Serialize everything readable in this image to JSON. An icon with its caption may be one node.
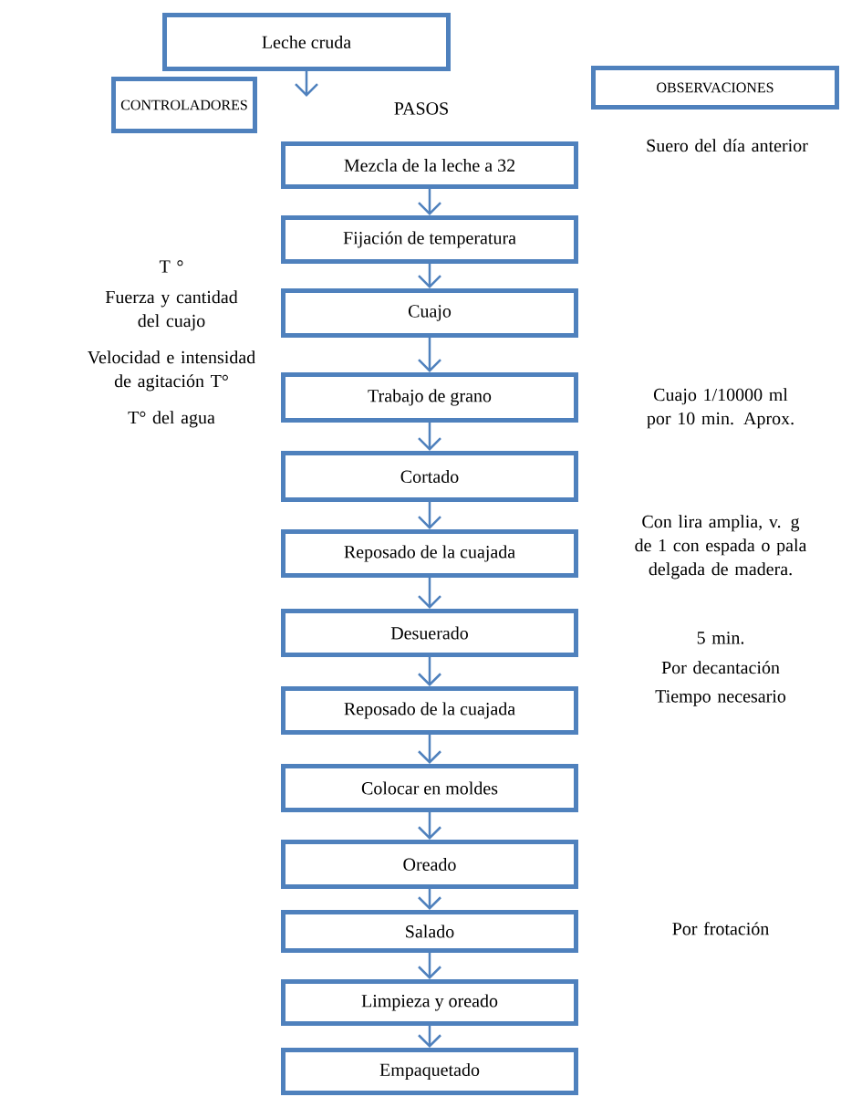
{
  "diagram": {
    "nodes": [
      {
        "text": [
          "Leche cruda"
        ]
      },
      {
        "text": [
          "CONTROLADORES"
        ]
      },
      {
        "text": [
          "OBSERVACIONES"
        ]
      },
      {
        "text": [
          "Mezcla de la leche a 32"
        ]
      },
      {
        "text": [
          "Fijación de temperatura"
        ]
      },
      {
        "text": [
          "Cuajo"
        ]
      },
      {
        "text": [
          "Trabajo de grano"
        ]
      },
      {
        "text": [
          "Cortado"
        ]
      },
      {
        "text": [
          "Reposado de la cuajada"
        ]
      },
      {
        "text": [
          "Desuerado"
        ]
      },
      {
        "text": [
          "Reposado de la cuajada"
        ]
      },
      {
        "text": [
          "Colocar en moldes"
        ]
      },
      {
        "text": [
          "Oreado"
        ]
      },
      {
        "text": [
          "Salado"
        ]
      },
      {
        "text": [
          "Limpieza y oreado"
        ]
      },
      {
        "text": [
          "Empaquetado"
        ]
      }
    ],
    "edges": [
      {
        "from": 0,
        "to": null,
        "arrow": "to"
      },
      {
        "from": 3,
        "to": 4,
        "arrow": "to"
      },
      {
        "from": 4,
        "to": 5,
        "arrow": "to"
      },
      {
        "from": 5,
        "to": 6,
        "arrow": "to"
      },
      {
        "from": 6,
        "to": 7,
        "arrow": "to"
      },
      {
        "from": 7,
        "to": 8,
        "arrow": "to"
      },
      {
        "from": 8,
        "to": 9,
        "arrow": "to"
      },
      {
        "from": 9,
        "to": 10,
        "arrow": "to"
      },
      {
        "from": 10,
        "to": 11,
        "arrow": "to"
      },
      {
        "from": 11,
        "to": 12,
        "arrow": "to"
      },
      {
        "from": 12,
        "to": 13,
        "arrow": "to"
      },
      {
        "from": 13,
        "to": 14,
        "arrow": "to"
      },
      {
        "from": 14,
        "to": 15,
        "arrow": "to"
      }
    ],
    "labels": [
      "PASOS",
      "Suero del día anterior",
      "T °",
      "Fuerza y cantidad del cuajo",
      "Velocidad e intensidad de agitación T°",
      "T° del agua",
      "Cuajo 1/10000 ml por 10 min. Aprox.",
      "Con lira amplia, v. g de 1 con espada o pala delgada de madera.",
      "5 min.",
      "Por decantación",
      "Tiempo necesario",
      "Por frotación"
    ]
  }
}
